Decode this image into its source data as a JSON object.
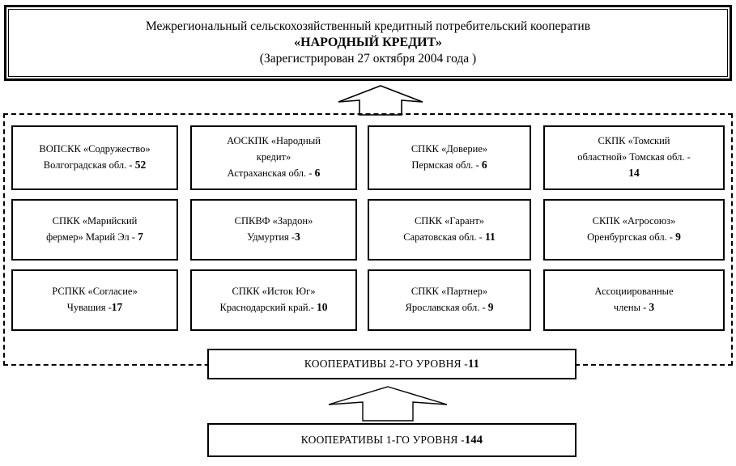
{
  "header": {
    "line1": "Межрегиональный сельскохозяйственный кредитный потребительский кооператив",
    "line2": "«НАРОДНЫЙ КРЕДИТ»",
    "line3": "(Зарегистрирован 27 октября 2004 года )"
  },
  "members": [
    {
      "id": "vopskk-sodruzhestvo",
      "line1": "ВОПСКК «Содружество»",
      "line2_text": "Волгоградская обл. - ",
      "line2_count": "52",
      "line3_text": "",
      "line3_count": ""
    },
    {
      "id": "aoskpk-narodnyy-kredit",
      "line1": "АОСКПК «Народный",
      "line2_text": "кредит»",
      "line2_count": "",
      "line3_text": "Астраханская обл. - ",
      "line3_count": "6"
    },
    {
      "id": "spkk-doverie",
      "line1": "СПКК «Доверие»",
      "line2_text": "Пермская обл. - ",
      "line2_count": "6",
      "line3_text": "",
      "line3_count": ""
    },
    {
      "id": "skpk-tomskiy-oblastnoy",
      "line1": "СКПК «Томский",
      "line2_text": "областной» Томская обл. - ",
      "line2_count": "",
      "line3_text": "",
      "line3_count": "14"
    },
    {
      "id": "spkk-mariyskiy-fermer",
      "line1": "СПКК «Марийский",
      "line2_text": "фермер» Марий Эл - ",
      "line2_count": "7",
      "line3_text": "",
      "line3_count": ""
    },
    {
      "id": "spkvf-zardon",
      "line1": "СПКВФ «Зардон»",
      "line2_text": "Удмуртия -",
      "line2_count": "3",
      "line3_text": "",
      "line3_count": ""
    },
    {
      "id": "spkk-garant",
      "line1": "СПКК «Гарант»",
      "line2_text": "Саратовская обл. - ",
      "line2_count": "11",
      "line3_text": "",
      "line3_count": ""
    },
    {
      "id": "skpk-agrosoyuz",
      "line1": "СКПК «Агросоюз»",
      "line2_text": "Оренбургская обл. - ",
      "line2_count": "9",
      "line3_text": "",
      "line3_count": ""
    },
    {
      "id": "rspkk-soglasie",
      "line1": "РСПКК «Согласие»",
      "line2_text": "Чувашия -",
      "line2_count": "17",
      "line3_text": "",
      "line3_count": ""
    },
    {
      "id": "spkk-istok-yug",
      "line1": "СПКК «Исток Юг»",
      "line2_text": "Краснодарский край.- ",
      "line2_count": "10",
      "line3_text": "",
      "line3_count": ""
    },
    {
      "id": "spkk-partner",
      "line1": "СПКК «Партнер»",
      "line2_text": "Ярославская обл. - ",
      "line2_count": "9",
      "line3_text": "",
      "line3_count": ""
    },
    {
      "id": "associated-members",
      "line1": "Ассоциированные",
      "line2_text": "члены - ",
      "line2_count": "3",
      "line3_text": "",
      "line3_count": ""
    }
  ],
  "levels": {
    "level2_text": "КООПЕРАТИВЫ 2-ГО  УРОВНЯ - ",
    "level2_count": "11",
    "level1_text": "КООПЕРАТИВЫ 1-ГО УРОВНЯ - ",
    "level1_count": "144"
  },
  "colors": {
    "stroke": "#000000",
    "background": "#ffffff"
  }
}
